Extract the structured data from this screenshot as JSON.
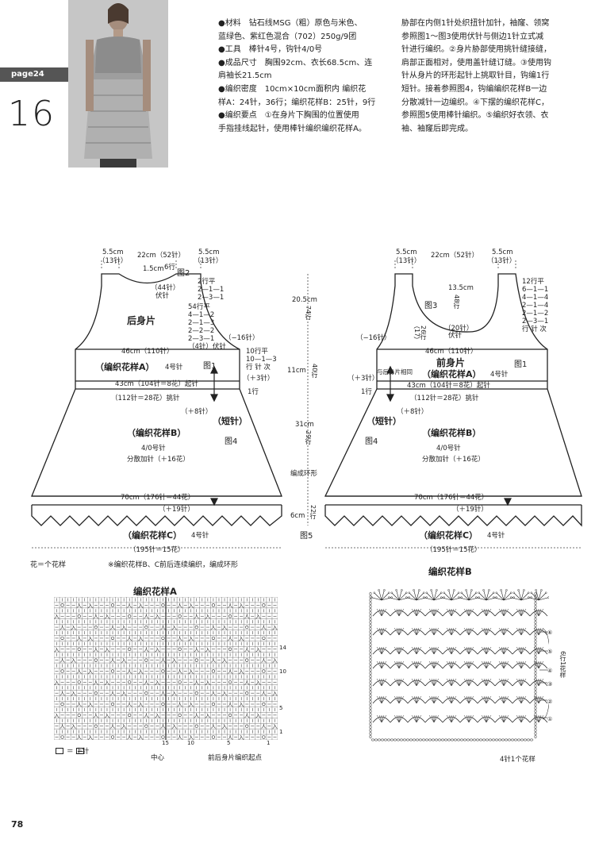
{
  "header": {
    "page_tab": "page24",
    "model_number": "16"
  },
  "info_left": [
    {
      "key": "材料",
      "text": "钻石线MSG（粗）原色与米色、蓝绿色、紫红色混合（702）250g/9团"
    },
    {
      "key": "工具",
      "text": "棒针4号，钩针4/0号"
    },
    {
      "key": "成品尺寸",
      "text": "胸围92cm、衣长68.5cm、连肩袖长21.5cm"
    },
    {
      "key": "编织密度",
      "text": "10cm×10cm面积内 编织花样A：24针，36行；编织花样B：25针，9行"
    },
    {
      "key": "编织要点",
      "text": "①在身片下胸围的位置使用手指挂线起针，使用棒针编织编织花样A。"
    }
  ],
  "info_left_lines": [
    "●材料　钻石线MSG（粗）原色与米色、",
    "蓝绿色、紫红色混合（702）250g/9团",
    "●工具　棒针4号，钩针4/0号",
    "●成品尺寸　胸围92cm、衣长68.5cm、连",
    "肩袖长21.5cm",
    "●编织密度　10cm×10cm面积内 编织花",
    "样A：24针，36行；编织花样B：25针，9行",
    "●编织要点　①在身片下胸围的位置使用",
    "手指挂线起针，使用棒针编织编织花样A。"
  ],
  "info_right_lines": [
    "胁部在内侧1针处织扭针加针，袖窿、领窝",
    "参照图1～图3使用伏针与侧边1针立式减",
    "针进行编织。②身片胁部使用挑针缝接缝，",
    "肩部正面相对，使用盖针缝订缝。③使用钩",
    "针从身片的环形起针上挑取针目，钩编1行",
    "短针。接着参照图4，钩编编织花样B一边",
    "分散减针一边编织。④下摆的编织花样C，",
    "参照图5使用棒针编织。⑤编织好衣领、衣",
    "袖、袖窿后即完成。"
  ],
  "back_piece": {
    "shoulder_left": "5.5cm",
    "shoulder_left_st": "（13针）",
    "neck_width": "22cm（52针）",
    "shoulder_right": "5.5cm",
    "shoulder_right_st": "（13针）",
    "neck_depth": "1.5cm",
    "neck_rows": "6行",
    "fig2": "图2",
    "bind_off_44": "（44针）",
    "bind_off_label": "伏针",
    "neck_dec": [
      "2行平",
      "2—1—1",
      "2—3—1"
    ],
    "armhole_dec": [
      "54行平",
      "4—1—2",
      "2—1—3",
      "2—2—2",
      "2—3—1",
      "（4针）伏针"
    ],
    "title": "后身片",
    "dec16": "（−16针）",
    "width46": "46cm（110针）",
    "pattern_a": "（编织花样A）",
    "needle4": "4号针",
    "fig1": "图1",
    "side_inc": [
      "10行平",
      "10—1—3",
      "行 针 次"
    ],
    "cast_on": "43cm（104针＝8花）起针",
    "inc3": "（＋3针）",
    "one_row": "1行",
    "pickup": "（112针＝28花）挑针",
    "inc8": "（＋8针）",
    "sc": "（短针）",
    "pattern_b": "（编织花样B）",
    "hook": "4/0号针",
    "dispersed_inc": "分散加针（＋16花）",
    "fig4": "图4",
    "width70": "70cm（176针＝44花）",
    "inc19": "（＋19针）",
    "pattern_c": "（编织花样C）",
    "needle4c": "4号针",
    "total": "（195针＝15花）"
  },
  "center_dims": {
    "armhole_h": "20.5cm",
    "armhole_rows": "74行",
    "pattern_a_h": "11cm",
    "pattern_a_rows": "40行",
    "pattern_b_h": "31cm",
    "pattern_b_rows": "29行",
    "ring_label": "编成环形",
    "hem_h": "6cm",
    "hem_rows": "22行",
    "fig5": "图5"
  },
  "front_piece": {
    "shoulder_left": "5.5cm",
    "shoulder_left_st": "（13针）",
    "neck_width": "22cm（52针）",
    "shoulder_right": "5.5cm",
    "shoulder_right_st": "（13针）",
    "neck_depth": "13.5cm",
    "neck_rows": "48行",
    "fig3": "图3",
    "bind_off_20": "（20针）",
    "bind_off_label": "伏针",
    "neck_side": "26行",
    "neck_side2": "（17）",
    "armhole_dec": [
      "12行平",
      "6—1—1",
      "4—1—4",
      "2—1—4",
      "2—1—2",
      "2—3—1",
      "行 针 次"
    ],
    "dec16": "（−16针）",
    "width46": "46cm（110针）",
    "title": "前身片",
    "inc3": "（＋3针）",
    "same_as_back": "与后身片相同",
    "pattern_a": "（编织花样A）",
    "needle4": "4号针",
    "fig1": "图1",
    "cast_on": "43cm（104针＝8花）起针",
    "one_row": "1行",
    "pickup": "（112针＝28花）挑针",
    "inc8": "（＋8针）",
    "sc": "（短针）",
    "fig4": "图4",
    "pattern_b": "（编织花样B）",
    "hook": "4/0号针",
    "dispersed_inc": "分散加针（＋16花）",
    "width70": "70cm（176针＝44花）",
    "inc19": "（＋19针）",
    "pattern_c": "（编织花样C）",
    "needle4c": "4号针",
    "total": "（195针＝15花）"
  },
  "notes": {
    "flower": "花＝个花样",
    "note": "※编织花样B、C前后连续编织，编成环形"
  },
  "chart_a": {
    "title": "编织花样A",
    "legend": "＝ 上针",
    "center": "中心",
    "start": "前后身片编织起点",
    "row_labels": [
      "14",
      "10",
      "5",
      "1"
    ],
    "col_labels": [
      "15",
      "10",
      "5",
      "1"
    ]
  },
  "chart_b": {
    "title": "编织花样B",
    "rows": [
      "⑥",
      "⑤",
      "④",
      "③",
      "②",
      "①"
    ],
    "repeat": "6行1花样",
    "footer": "4针1个花样"
  },
  "page_number": "78"
}
